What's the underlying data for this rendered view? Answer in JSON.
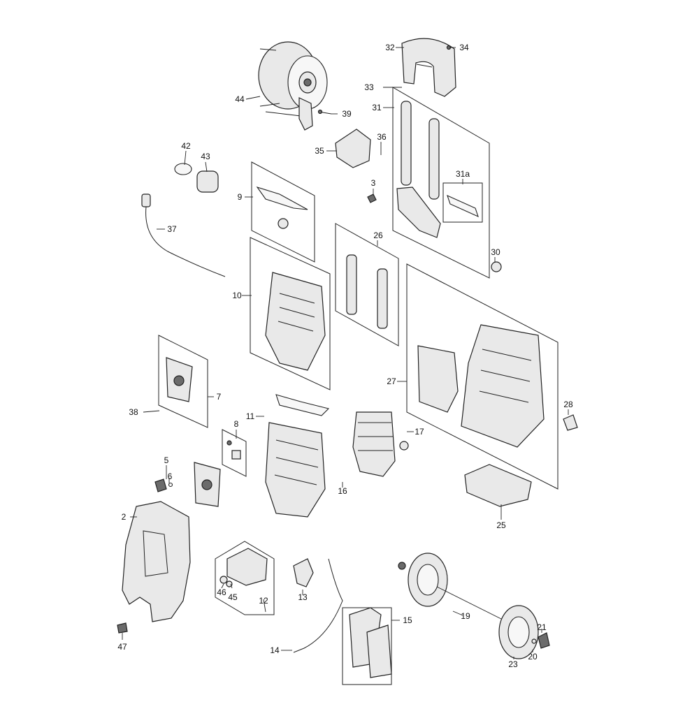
{
  "diagram": {
    "parts": [
      {
        "id": "p1",
        "label": "2"
      },
      {
        "id": "p2",
        "label": "3"
      },
      {
        "id": "p3",
        "label": "5"
      },
      {
        "id": "p4",
        "label": "6"
      },
      {
        "id": "p5",
        "label": "7"
      },
      {
        "id": "p6",
        "label": "8"
      },
      {
        "id": "p7",
        "label": "9"
      },
      {
        "id": "p8",
        "label": "10"
      },
      {
        "id": "p9",
        "label": "11"
      },
      {
        "id": "p10",
        "label": "12"
      },
      {
        "id": "p11",
        "label": "13"
      },
      {
        "id": "p12",
        "label": "14"
      },
      {
        "id": "p13",
        "label": "15"
      },
      {
        "id": "p14",
        "label": "16"
      },
      {
        "id": "p15",
        "label": "17"
      },
      {
        "id": "p16",
        "label": "19"
      },
      {
        "id": "p17",
        "label": "20"
      },
      {
        "id": "p18",
        "label": "21"
      },
      {
        "id": "p19",
        "label": "23"
      },
      {
        "id": "p20",
        "label": "25"
      },
      {
        "id": "p21",
        "label": "26"
      },
      {
        "id": "p22",
        "label": "27"
      },
      {
        "id": "p23",
        "label": "28"
      },
      {
        "id": "p24",
        "label": "30"
      },
      {
        "id": "p25",
        "label": "31"
      },
      {
        "id": "p26",
        "label": "31a"
      },
      {
        "id": "p27",
        "label": "32"
      },
      {
        "id": "p28",
        "label": "33"
      },
      {
        "id": "p29",
        "label": "34"
      },
      {
        "id": "p30",
        "label": "35"
      },
      {
        "id": "p31",
        "label": "36"
      },
      {
        "id": "p32",
        "label": "37"
      },
      {
        "id": "p33",
        "label": "38"
      },
      {
        "id": "p34",
        "label": "39"
      },
      {
        "id": "p35",
        "label": "42"
      },
      {
        "id": "p36",
        "label": "43"
      },
      {
        "id": "p37",
        "label": "44"
      },
      {
        "id": "p38",
        "label": "45"
      },
      {
        "id": "p39",
        "label": "46"
      },
      {
        "id": "p40",
        "label": "47"
      }
    ]
  }
}
